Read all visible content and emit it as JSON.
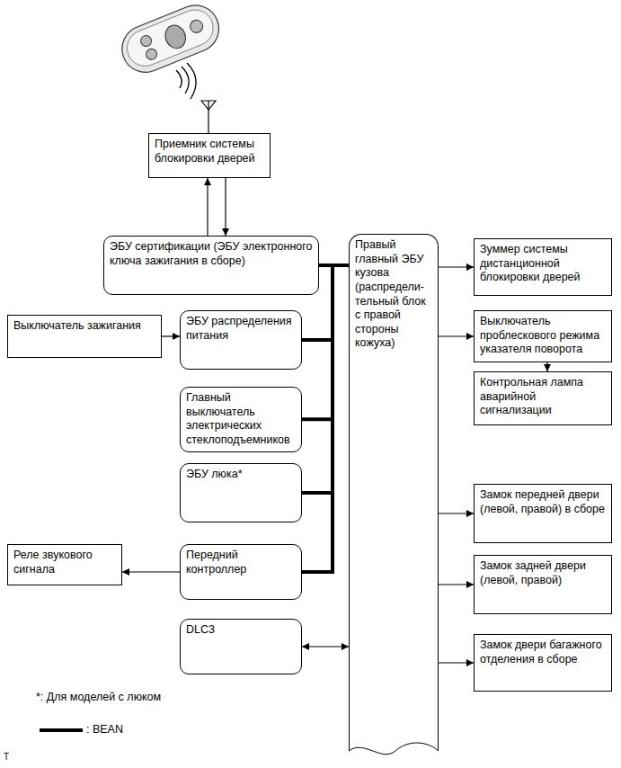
{
  "diagram": {
    "nodes": [
      {
        "text": [
          "Приемник системы блокировки дверей"
        ]
      },
      {
        "text": [
          "ЭБУ сертификации (ЭБУ электронного ключа зажигания в сборе)"
        ]
      },
      {
        "text": [
          "Правый главный ЭБУ кузова (распредели- тельный блок с правой стороны кожуха)"
        ]
      },
      {
        "text": [
          "Зуммер системы дистанционной блокировки дверей"
        ]
      },
      {
        "text": [
          "Выключатель зажигания"
        ]
      },
      {
        "text": [
          "ЭБУ распределения питания"
        ]
      },
      {
        "text": [
          "Выключатель проблескового режима указателя поворота"
        ]
      },
      {
        "text": [
          "Контрольная лампа аварийной сигнализации"
        ]
      },
      {
        "text": [
          "Главный выключатель электрических стеклоподъемников"
        ]
      },
      {
        "text": [
          "ЭБУ люка*"
        ]
      },
      {
        "text": [
          "Замок передней двери (левой, правой) в сборе"
        ]
      },
      {
        "text": [
          "Реле звукового сигнала"
        ]
      },
      {
        "text": [
          "Передний контроллер"
        ]
      },
      {
        "text": [
          "Замок задней двери (левой, правой)"
        ]
      },
      {
        "text": [
          "DLC3"
        ]
      },
      {
        "text": [
          "Замок двери багажного отделения в сборе"
        ]
      }
    ],
    "edges": [
      {
        "from": 1,
        "to": 0,
        "arrow": "to"
      },
      {
        "from": 0,
        "to": 1,
        "arrow": "to"
      },
      {
        "from": 1,
        "to": 2,
        "arrow": "none"
      },
      {
        "from": 5,
        "to": 2,
        "arrow": "none"
      },
      {
        "from": 8,
        "to": 2,
        "arrow": "none"
      },
      {
        "from": 9,
        "to": 2,
        "arrow": "none"
      },
      {
        "from": 12,
        "to": 2,
        "arrow": "none"
      },
      {
        "from": 4,
        "to": 5,
        "arrow": "to"
      },
      {
        "from": 2,
        "to": 3,
        "arrow": "to"
      },
      {
        "from": 2,
        "to": 6,
        "arrow": "to"
      },
      {
        "from": 6,
        "to": 7,
        "arrow": "to"
      },
      {
        "from": 2,
        "to": 10,
        "arrow": "to"
      },
      {
        "from": 2,
        "to": 13,
        "arrow": "to"
      },
      {
        "from": 2,
        "to": 15,
        "arrow": "to"
      },
      {
        "from": 12,
        "to": 11,
        "arrow": "to"
      },
      {
        "from": 14,
        "to": 2,
        "arrow": "both"
      }
    ],
    "labels": [
      "*: Для моделей с люком",
      "T"
    ],
    "legend": [
      {
        "text": ": BEAN"
      }
    ]
  }
}
